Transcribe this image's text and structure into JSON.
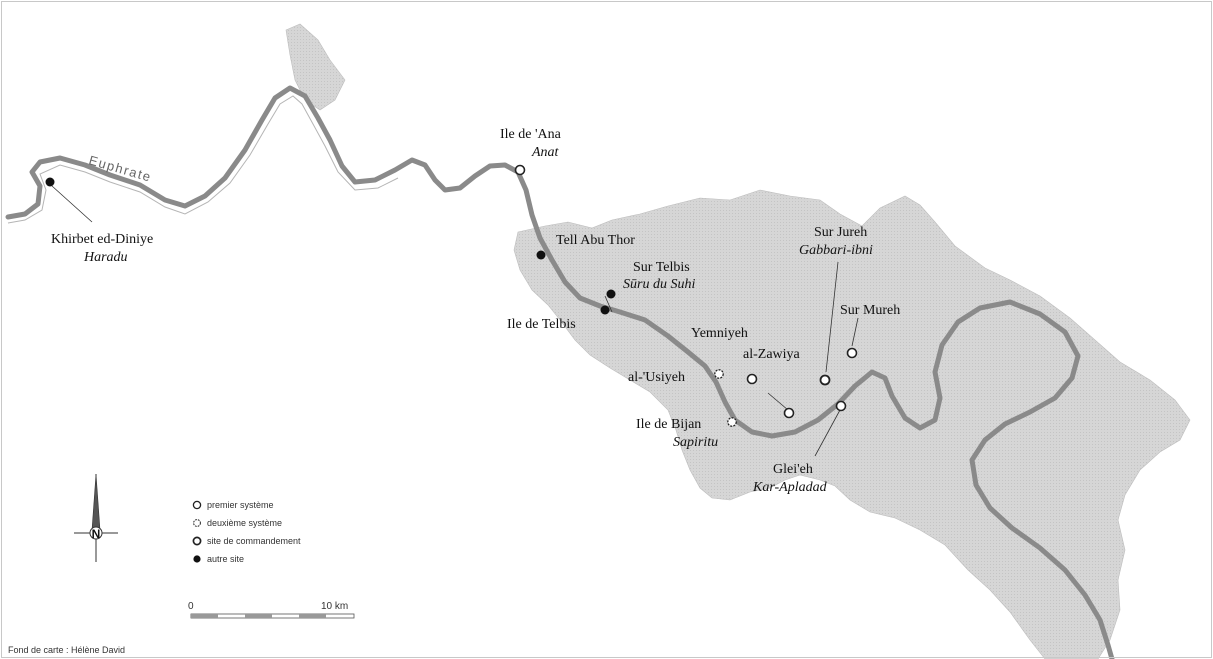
{
  "map": {
    "river_label": "Euphrate",
    "credit": "Fond de carte : Hélène David",
    "north_letter": "N",
    "colors": {
      "land": "#ffffff",
      "lake": "#d8d8d8",
      "river": "#8a8a8a",
      "border": "#999999"
    }
  },
  "legend": {
    "items": [
      {
        "label": "premier système",
        "symbol": "open-circle"
      },
      {
        "label": "deuxième système",
        "symbol": "dotted-circle"
      },
      {
        "label": "site de commandement",
        "symbol": "open-circle-bold"
      },
      {
        "label": "autre site",
        "symbol": "filled-circle"
      }
    ]
  },
  "scale": {
    "start_label": "0",
    "end_label": "10 km"
  },
  "sites": [
    {
      "name": "Khirbet ed-Diniye",
      "ancient": "Haradu",
      "type": "autre site"
    },
    {
      "name": "Ile de 'Ana",
      "ancient": "Anat",
      "type": "premier système"
    },
    {
      "name": "Tell Abu Thor",
      "ancient": "",
      "type": "autre site"
    },
    {
      "name": "Sur Telbis",
      "ancient": "Sūru du Suhi",
      "type": "autre site"
    },
    {
      "name": "Ile de Telbis",
      "ancient": "",
      "type": "autre site"
    },
    {
      "name": "Sur Jureh",
      "ancient": "Gabbari-ibni",
      "type": "site de commandement"
    },
    {
      "name": "Sur Mureh",
      "ancient": "",
      "type": "premier système"
    },
    {
      "name": "Yemniyeh",
      "ancient": "",
      "type": "premier système"
    },
    {
      "name": "al-Zawiya",
      "ancient": "",
      "type": "premier système"
    },
    {
      "name": "al-'Usiyeh",
      "ancient": "",
      "type": "deuxième système"
    },
    {
      "name": "Ile de Bijan",
      "ancient": "Sapiritu",
      "type": "deuxième système"
    },
    {
      "name": "Glei'eh",
      "ancient": "Kar-Apladad",
      "type": "premier système"
    }
  ]
}
